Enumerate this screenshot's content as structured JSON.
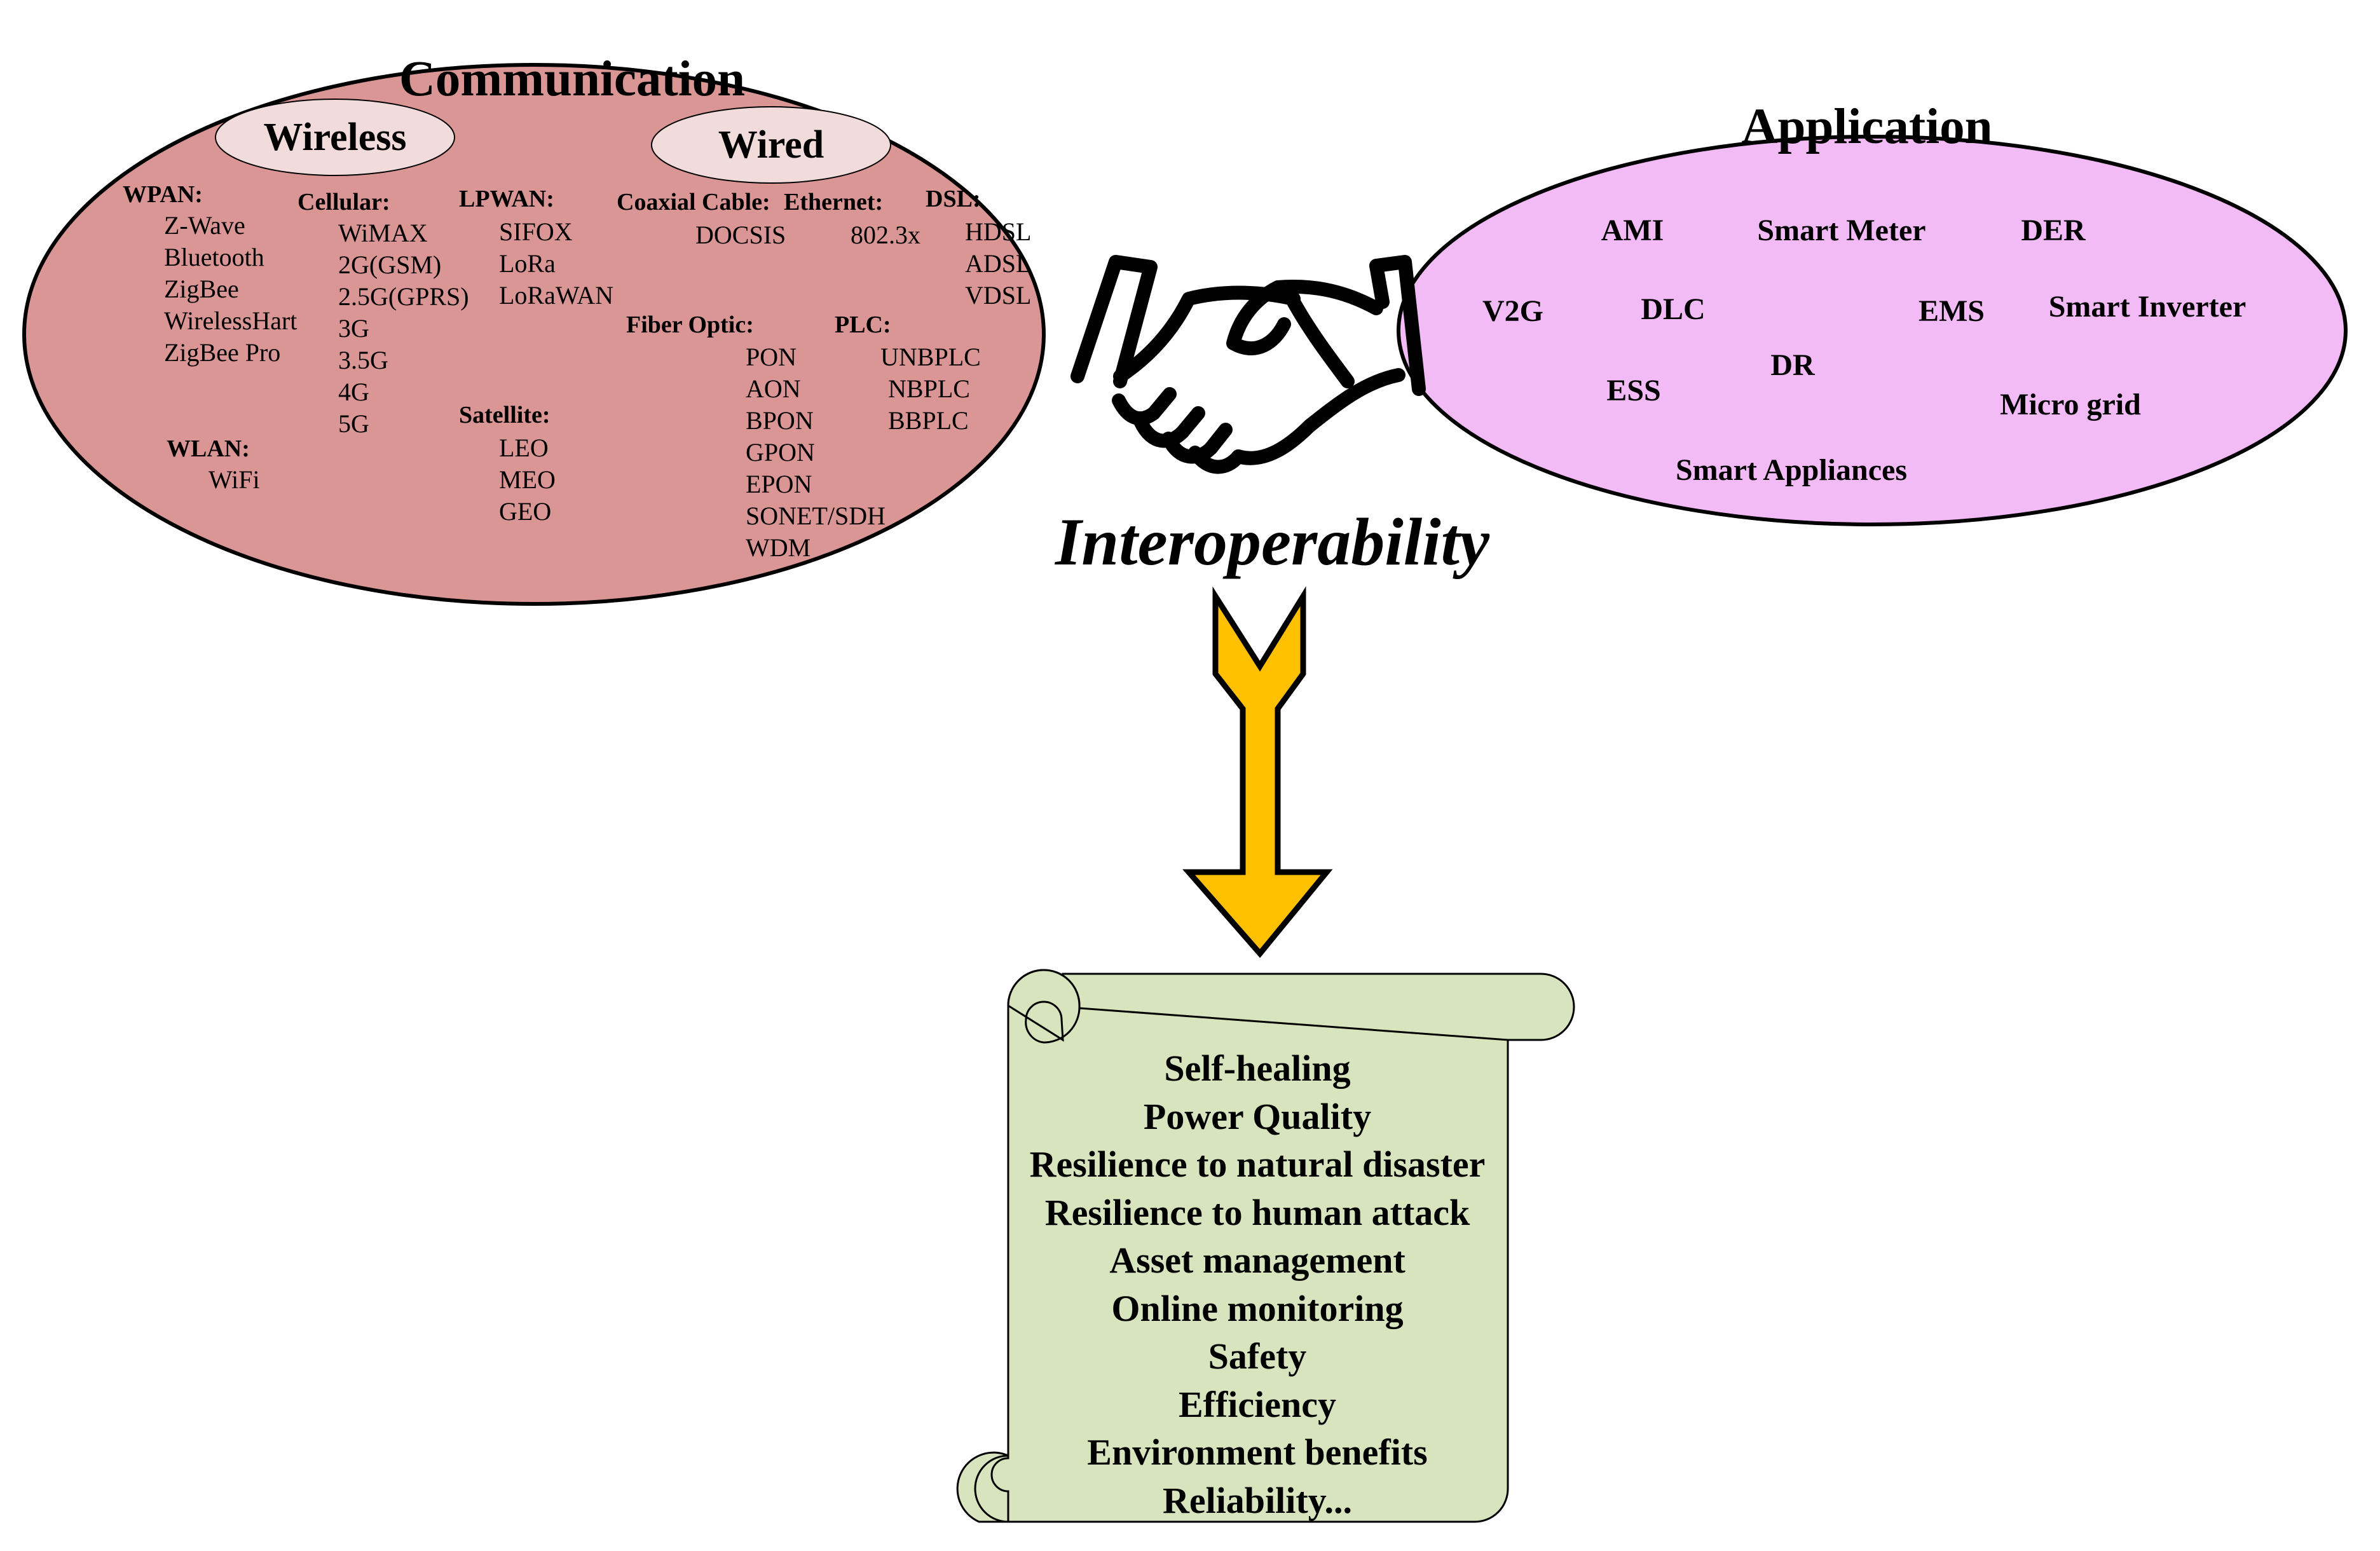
{
  "communication": {
    "title": "Communication",
    "wireless_label": "Wireless",
    "wired_label": "Wired",
    "fill_color": "#d99694",
    "pill_fill_color": "#f2dcdb",
    "wireless": {
      "wpan": {
        "label": "WPAN:",
        "items": [
          "Z-Wave",
          "Bluetooth",
          "ZigBee",
          "WirelessHart",
          "ZigBee Pro"
        ]
      },
      "wlan": {
        "label": "WLAN:",
        "items": [
          "WiFi"
        ]
      },
      "cellular": {
        "label": "Cellular:",
        "items": [
          "WiMAX",
          "2G(GSM)",
          "2.5G(GPRS)",
          "3G",
          "3.5G",
          "4G",
          "5G"
        ]
      },
      "lpwan": {
        "label": "LPWAN:",
        "items": [
          "SIFOX",
          "LoRa",
          "LoRaWAN"
        ]
      },
      "satellite": {
        "label": "Satellite:",
        "items": [
          "LEO",
          "MEO",
          "GEO"
        ]
      }
    },
    "wired": {
      "coaxial": {
        "label": "Coaxial Cable:",
        "items": [
          "DOCSIS"
        ]
      },
      "ethernet": {
        "label": "Ethernet:",
        "items": [
          "802.3x"
        ]
      },
      "dsl": {
        "label": "DSL:",
        "items": [
          "HDSL",
          "ADSL",
          "VDSL"
        ]
      },
      "fiber": {
        "label": "Fiber Optic:",
        "items": [
          "PON",
          "AON",
          "BPON",
          "GPON",
          "EPON",
          "SONET/SDH",
          "WDM"
        ]
      },
      "plc": {
        "label": "PLC:",
        "items": [
          "UNBPLC",
          "NBPLC",
          "BBPLC"
        ]
      }
    }
  },
  "application": {
    "title": "Application",
    "fill_color": "#f2bbf5",
    "items": {
      "ami": "AMI",
      "smart_meter": "Smart Meter",
      "der": "DER",
      "v2g": "V2G",
      "dlc": "DLC",
      "ems": "EMS",
      "smart_inverter": "Smart Inverter",
      "dr": "DR",
      "ess": "ESS",
      "micro_grid": "Micro grid",
      "smart_appliances": "Smart Appliances"
    }
  },
  "interoperability": {
    "label": "Interoperability",
    "handshake_icon": "handshake-icon",
    "arrow_color": "#ffc000"
  },
  "benefits": {
    "fill_color": "#d7e4bd",
    "items": [
      "Self-healing",
      "Power Quality",
      "Resilience to natural disaster",
      "Resilience to human attack",
      "Asset management",
      "Online monitoring",
      "Safety",
      "Efficiency",
      "Environment benefits",
      "Reliability..."
    ]
  }
}
